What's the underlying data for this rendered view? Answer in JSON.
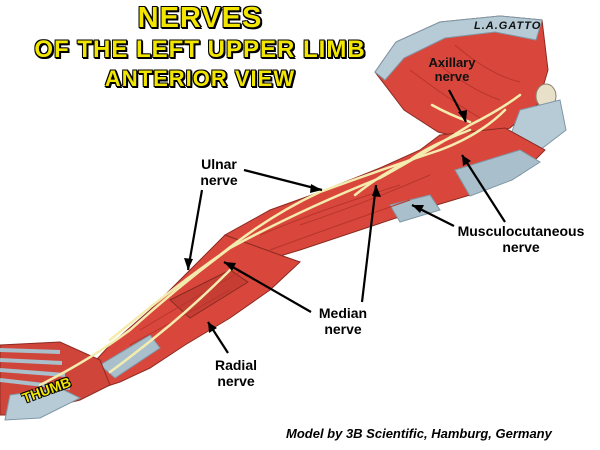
{
  "title": {
    "line1": "NERVES",
    "line2": "OF THE LEFT UPPER LIMB",
    "line3": "ANTERIOR VIEW"
  },
  "signature": "L.A.GATTO",
  "labels": {
    "axillary": [
      "Axillary",
      "nerve"
    ],
    "ulnar": [
      "Ulnar",
      "nerve"
    ],
    "musculocutaneous": [
      "Musculocutaneous",
      "nerve"
    ],
    "median": [
      "Median",
      "nerve"
    ],
    "radial": [
      "Radial",
      "nerve"
    ]
  },
  "thumb_label": "THUMB",
  "credit": "Model by 3B Scientific, Hamburg, Germany",
  "colors": {
    "title": "#f2e600",
    "muscle": "#d9473c",
    "muscle_dark": "#b8342c",
    "tendon": "#a9c0cc",
    "nerve": "#f4ecae",
    "background": "#ffffff"
  }
}
